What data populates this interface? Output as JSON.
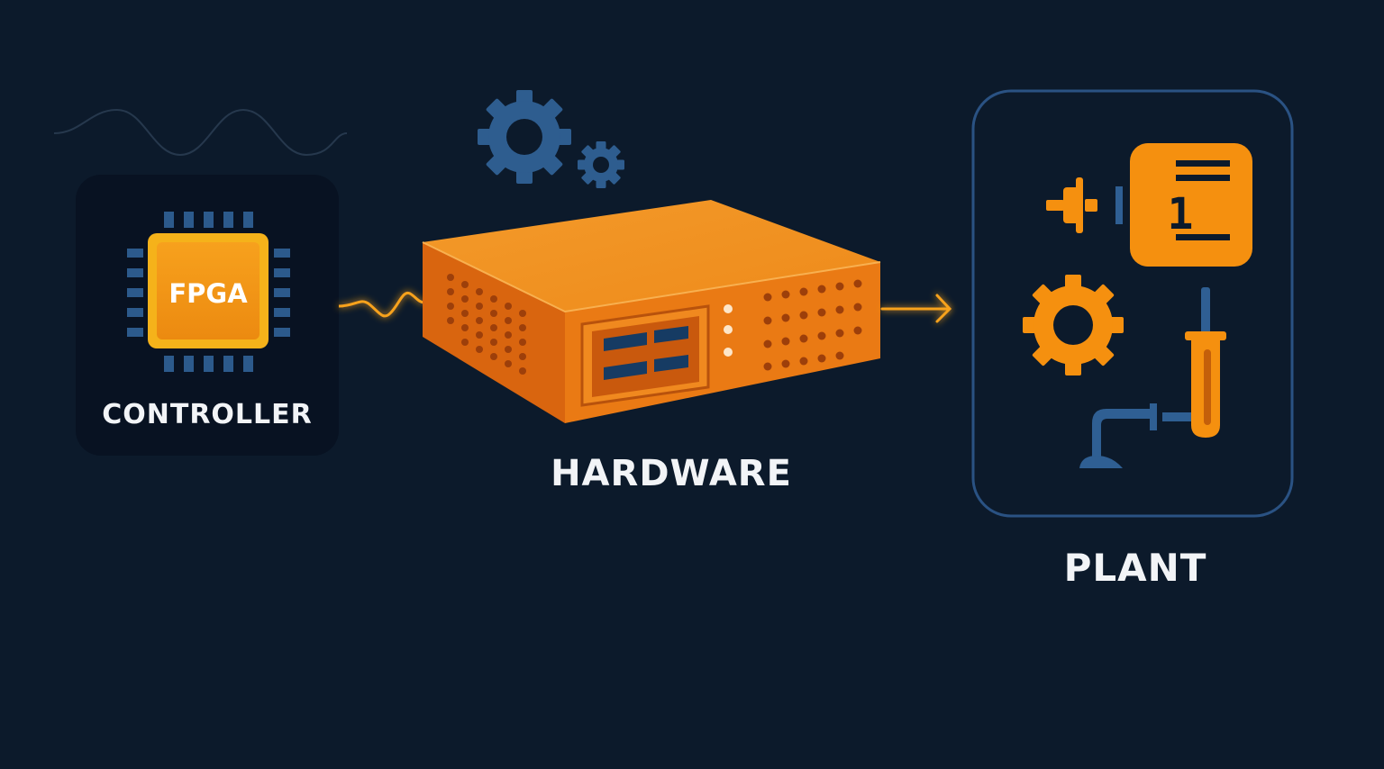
{
  "controller": {
    "chip_label": "FPGA",
    "label": "CONTROLLER"
  },
  "hardware": {
    "label": "HARDWARE"
  },
  "plant": {
    "label": "PLANT",
    "display_digit": "1"
  },
  "colors": {
    "background": "#0c1a2b",
    "accent_orange": "#f5900f",
    "accent_blue": "#2f5f93",
    "label_white": "#f2f4f7"
  },
  "icons": [
    "sine-wave-icon",
    "fpga-chip-icon",
    "signal-wave-icon",
    "gear-icon",
    "hardware-box-icon",
    "arrow-right-icon",
    "plug-icon",
    "display-panel-icon",
    "thermometer-icon",
    "pipe-icon"
  ]
}
